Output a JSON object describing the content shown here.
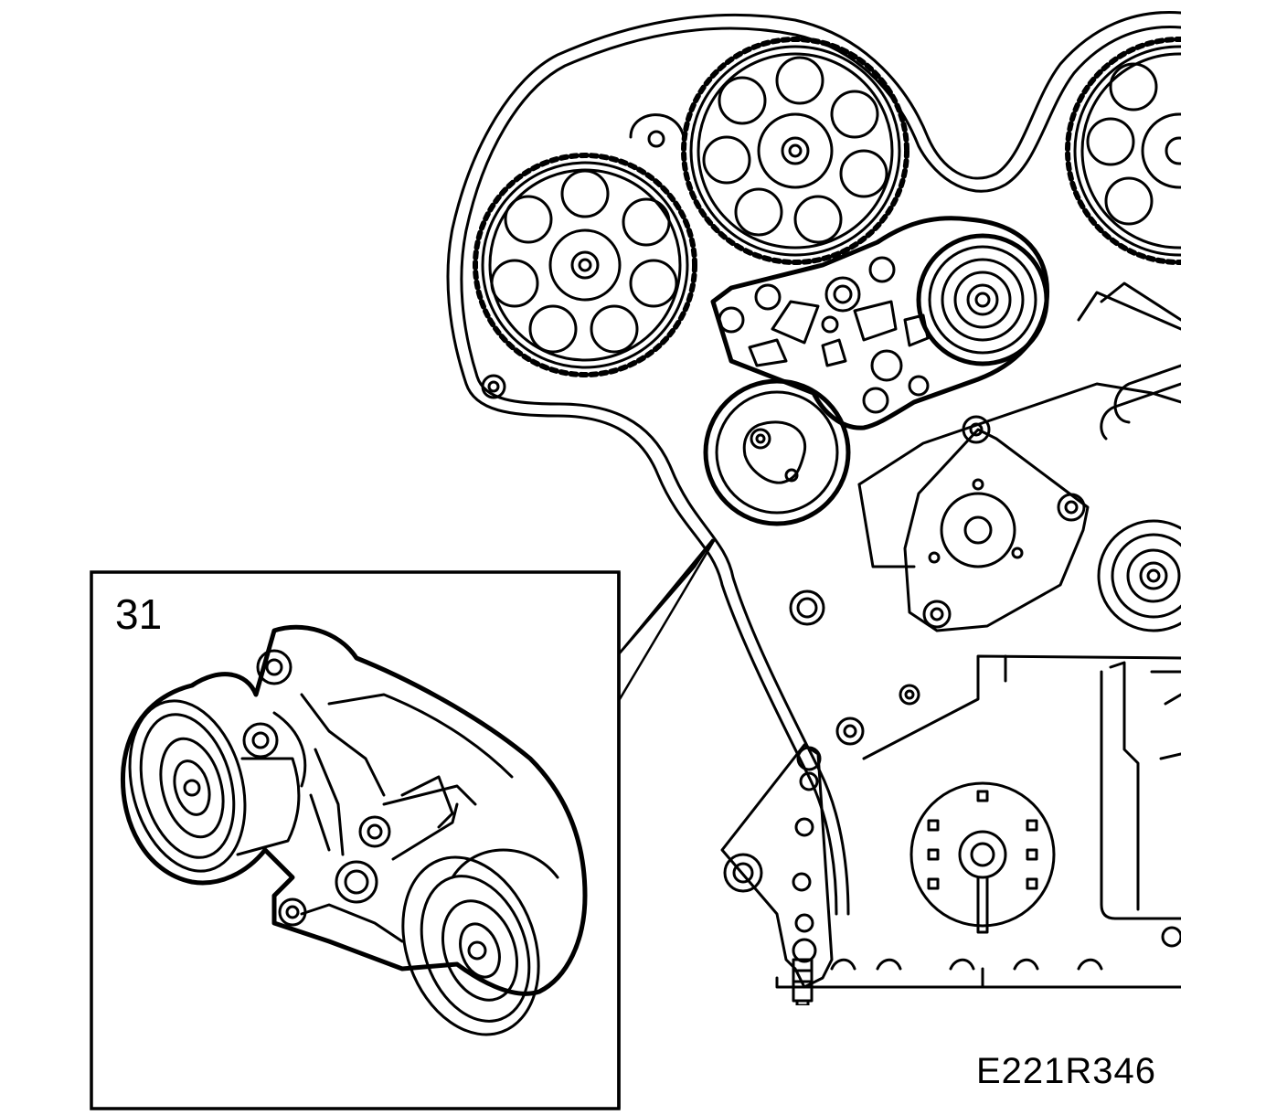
{
  "callout": {
    "number": "31"
  },
  "figure": {
    "code": "E221R346"
  },
  "colors": {
    "ink": "#000000",
    "paper": "#ffffff"
  },
  "parts": {
    "engine_front": [
      "camshaft-sprocket-left",
      "camshaft-sprocket-center",
      "camshaft-sprocket-right",
      "belt-tensioner",
      "idler-pulley",
      "water-pump",
      "crankshaft-pulley"
    ],
    "detail": [
      "tensioner-assembly",
      "tensioner-pulley",
      "idler-pulley-detail"
    ]
  }
}
